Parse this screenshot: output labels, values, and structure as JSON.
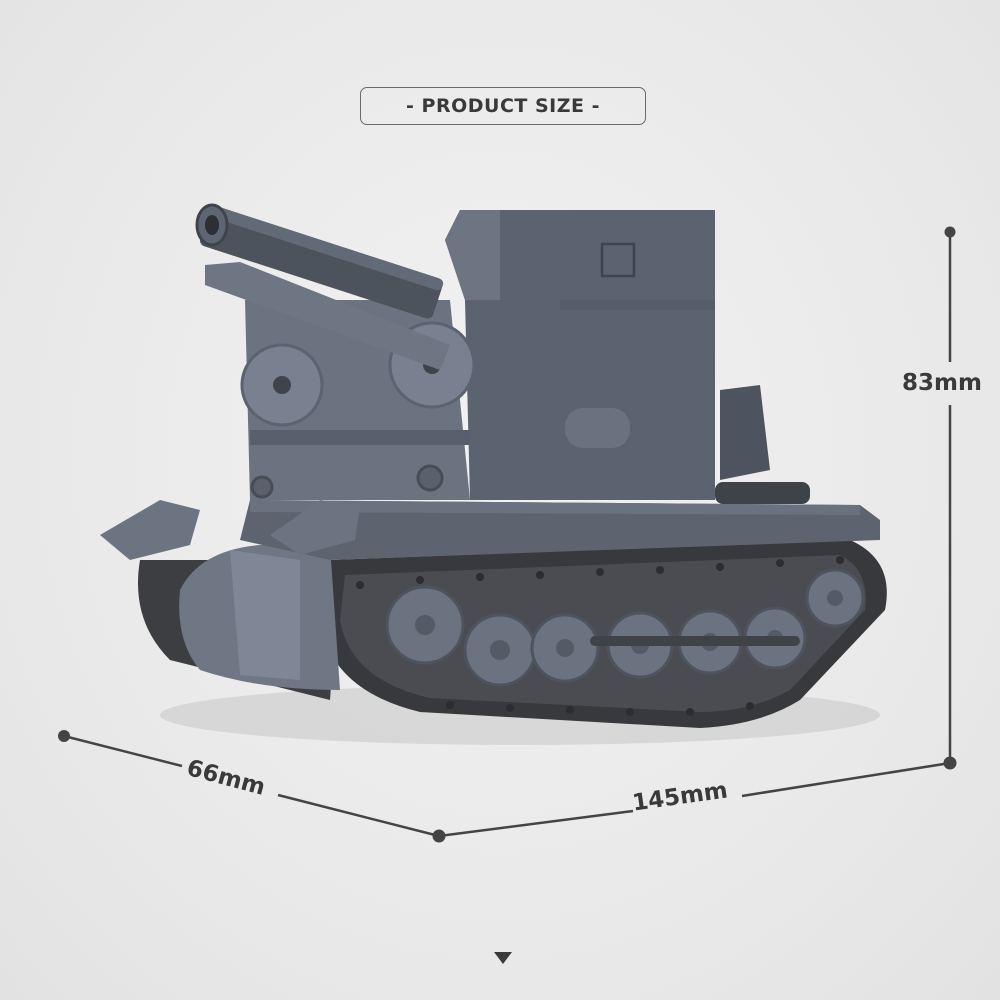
{
  "header": {
    "title": "- PRODUCT SIZE -"
  },
  "product": {
    "description": "Grey brick-built self-propelled howitzer tank model on tracks",
    "colors": {
      "body": "#5f6672",
      "body_light": "#7d8593",
      "tracks": "#3a3a3c",
      "background": "#ececec",
      "text": "#3a3a3a"
    }
  },
  "dimensions": {
    "height": "83mm",
    "length": "145mm",
    "width": "66mm"
  },
  "navigation": {
    "scroll_indicator": "down-arrow"
  }
}
